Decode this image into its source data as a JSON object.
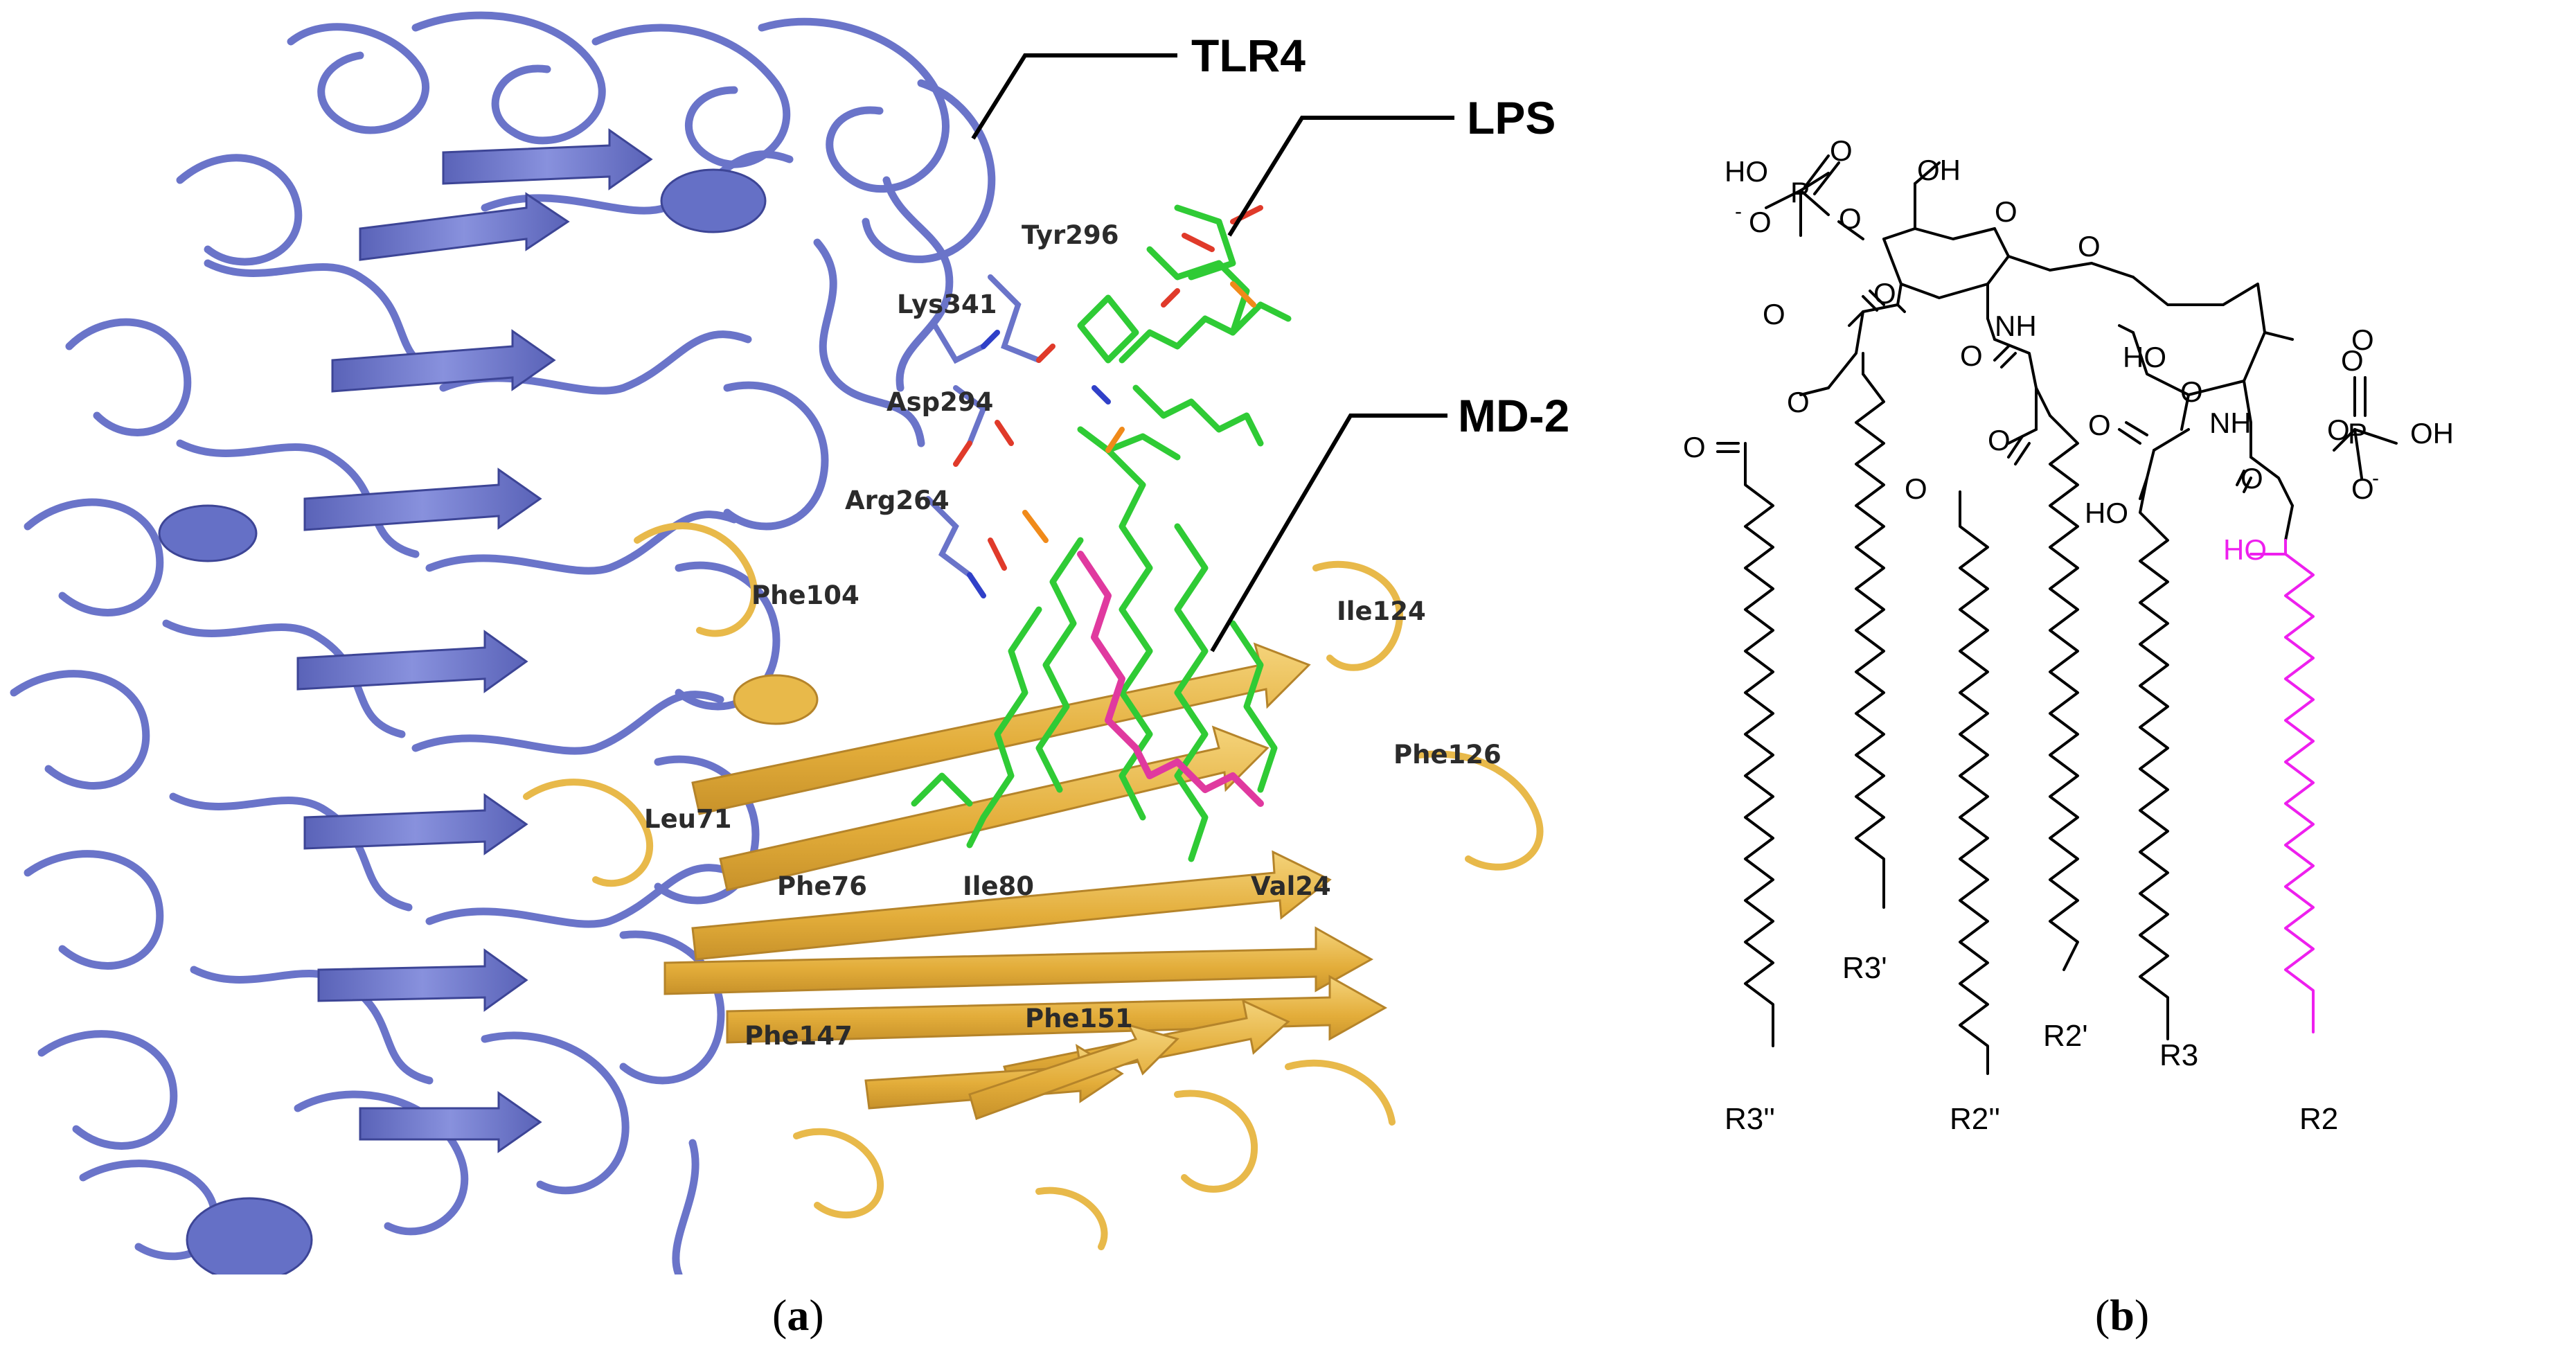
{
  "panel_a": {
    "structure_labels": {
      "tlr4": "TLR4",
      "lps": "LPS",
      "md2": "MD-2"
    },
    "residues": [
      {
        "key": "tyr296",
        "text": "Tyr296"
      },
      {
        "key": "lys341",
        "text": "Lys341"
      },
      {
        "key": "asp294",
        "text": "Asp294"
      },
      {
        "key": "arg264",
        "text": "Arg264"
      },
      {
        "key": "phe104",
        "text": "Phe104"
      },
      {
        "key": "ile124",
        "text": "Ile124"
      },
      {
        "key": "phe126",
        "text": "Phe126"
      },
      {
        "key": "leu71",
        "text": "Leu71"
      },
      {
        "key": "phe76",
        "text": "Phe76"
      },
      {
        "key": "ile80",
        "text": "Ile80"
      },
      {
        "key": "val24",
        "text": "Val24"
      },
      {
        "key": "phe147",
        "text": "Phe147"
      },
      {
        "key": "phe151",
        "text": "Phe151"
      }
    ],
    "colors": {
      "tlr4": "#6a74c9",
      "md2": "#e8b94a",
      "lps": "#2fcb35",
      "highlight_chain": "#e0399f",
      "oxygen": "#e03a2a",
      "nitrogen": "#3040c8",
      "phosphorus": "#f08a1a"
    }
  },
  "panel_b": {
    "atoms": {
      "ho": "HO",
      "oh": "OH",
      "o": "O",
      "p": "P",
      "nh": "NH",
      "o_minus": "O",
      "minus": "-"
    },
    "chain_labels": {
      "r3pp": "R3''",
      "r3p": "R3'",
      "r2pp": "R2''",
      "r2p": "R2'",
      "r3": "R3",
      "r2": "R2"
    },
    "colors": {
      "highlight": "#ee1fee",
      "bonds": "#000000"
    }
  },
  "captions": {
    "a_open": "(",
    "a": "a",
    "a_close": ")",
    "b_open": "(",
    "b": "b",
    "b_close": ")"
  }
}
